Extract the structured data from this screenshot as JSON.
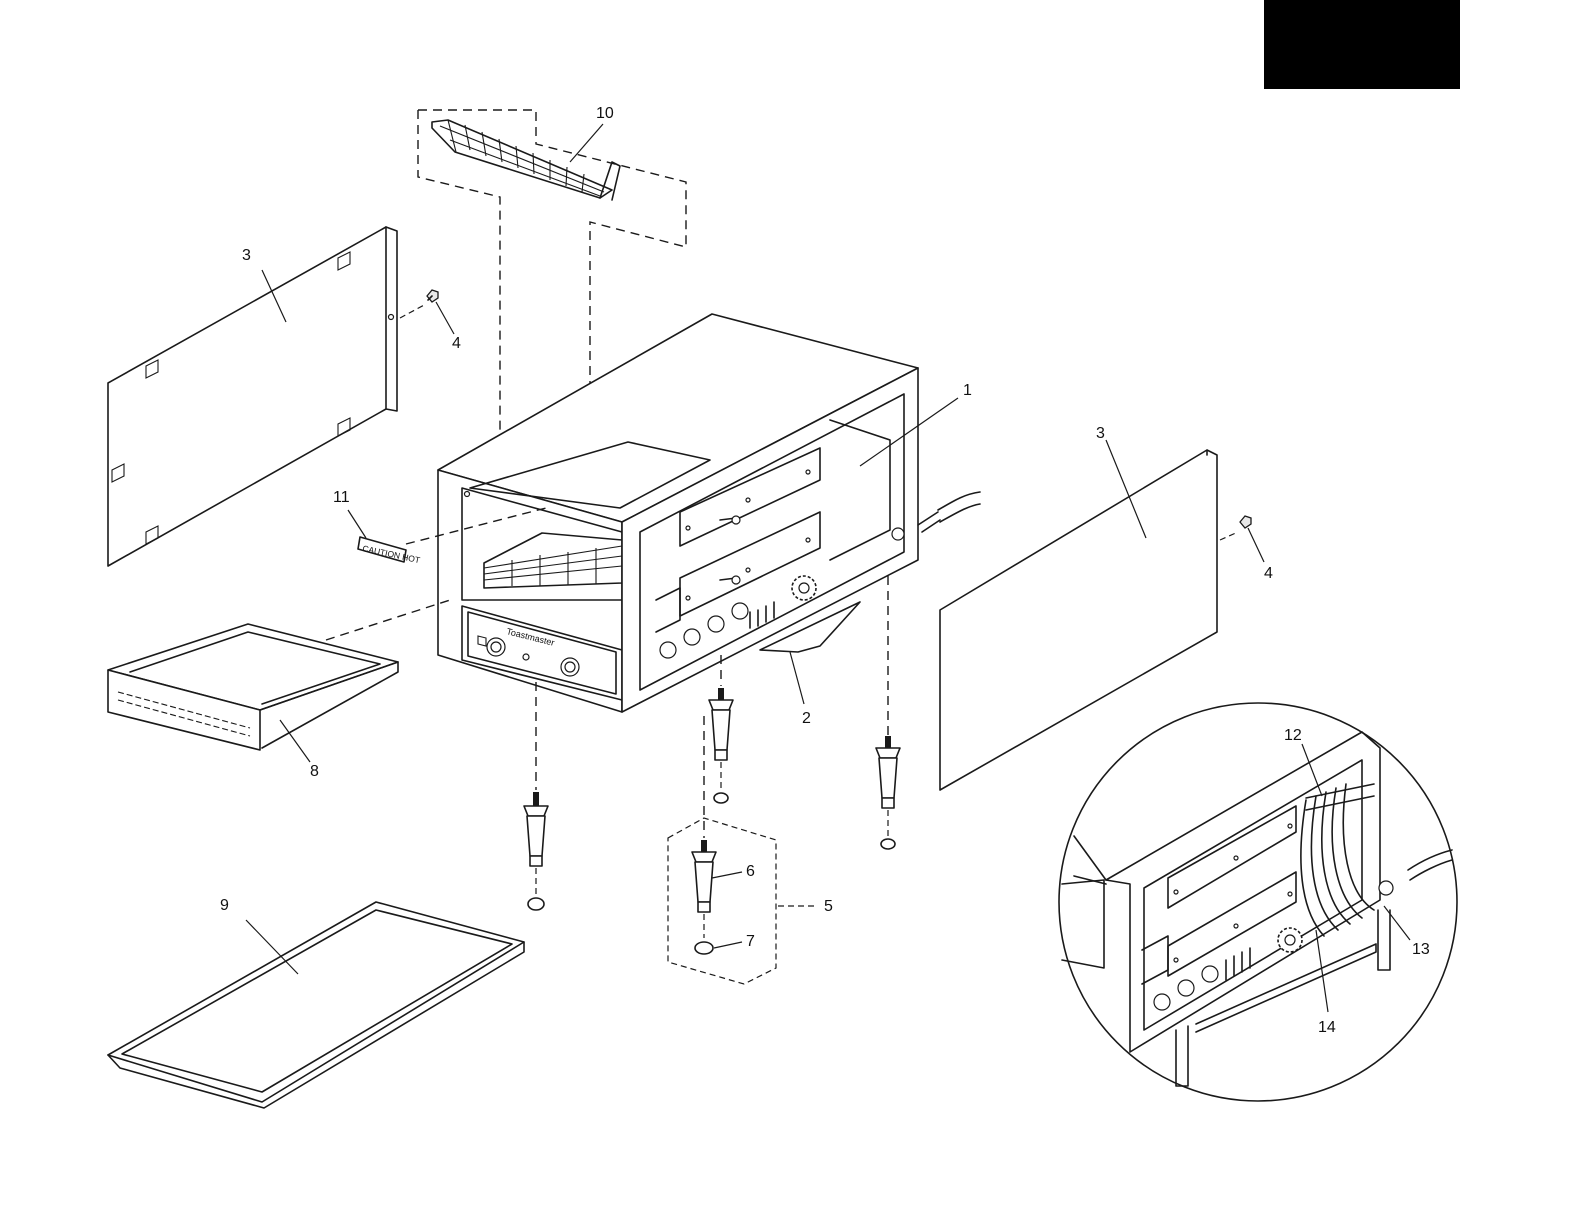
{
  "callouts": {
    "c1": "1",
    "c2": "2",
    "c3a": "3",
    "c3b": "3",
    "c4a": "4",
    "c4b": "4",
    "c5": "5",
    "c6": "6",
    "c7": "7",
    "c8": "8",
    "c9": "9",
    "c10": "10",
    "c11": "11",
    "c12": "12",
    "c13": "13",
    "c14": "14"
  },
  "labels": {
    "caution": "CAUTION HOT",
    "brand": "Toastmaster"
  },
  "colors": {
    "ink": "#1a1a1a",
    "paper": "#ffffff",
    "corner_block": "#000000"
  }
}
